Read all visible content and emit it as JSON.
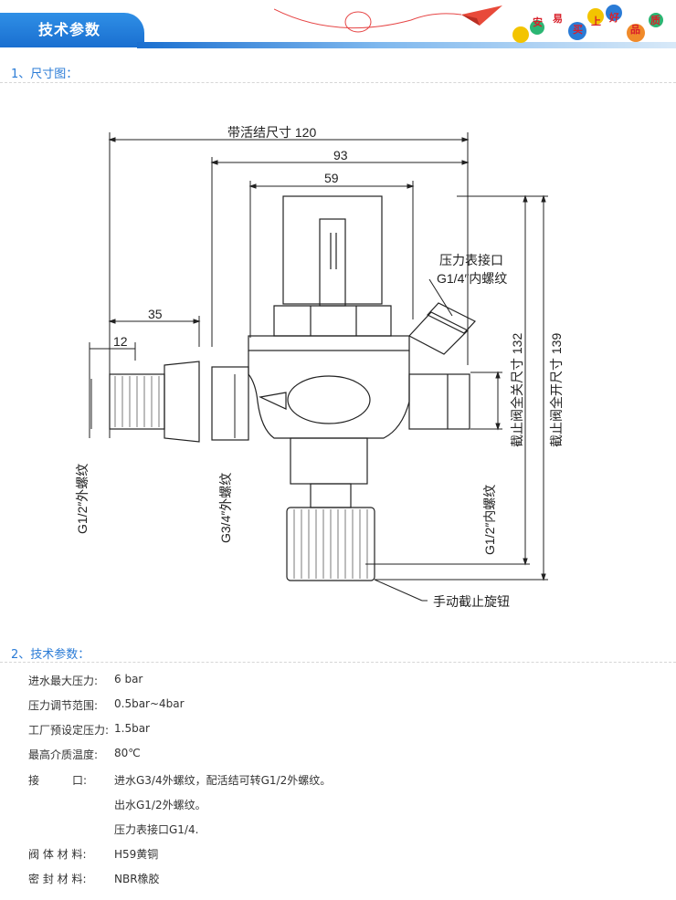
{
  "header": {
    "tab_title": "技术参数",
    "slogan_chars": [
      "安",
      "易",
      "买",
      "上",
      "好",
      "品",
      "质"
    ],
    "colors": {
      "tab": "#1a6fd0",
      "accent": "#e64545"
    }
  },
  "section1": {
    "title": "1、尺寸图："
  },
  "drawing": {
    "dim_120": "带活结尺寸 120",
    "dim_93": "93",
    "dim_59": "59",
    "dim_35": "35",
    "dim_12": "12",
    "gauge_port_line1": "压力表接口",
    "gauge_port_line2": "G1/4″内螺纹",
    "close_height": "截止阀全关尺寸 132",
    "open_height": "截止阀全开尺寸 139",
    "inlet_left": "G1/2″外螺纹",
    "inlet_mid": "G3/4″外螺纹",
    "outlet_right": "G1/2″内螺纹",
    "knob": "手动截止旋钮"
  },
  "section2": {
    "title": "2、技术参数："
  },
  "params": [
    {
      "label": "进水最大压力:",
      "value": "6 bar"
    },
    {
      "label": "压力调节范围:",
      "value": "0.5bar~4bar"
    },
    {
      "label": "工厂预设定压力:",
      "value": "1.5bar"
    },
    {
      "label": "最高介质温度:",
      "value": "80℃"
    },
    {
      "label": "接　　　口:",
      "value": "进水G3/4外螺纹，配活结可转G1/2外螺纹。"
    },
    {
      "label": "",
      "value": "出水G1/2外螺纹。"
    },
    {
      "label": "",
      "value": "压力表接口G1/4."
    },
    {
      "label": "阀 体 材 料:",
      "value": "H59黄铜"
    },
    {
      "label": "密 封 材 料:",
      "value": "NBR橡胶"
    }
  ]
}
